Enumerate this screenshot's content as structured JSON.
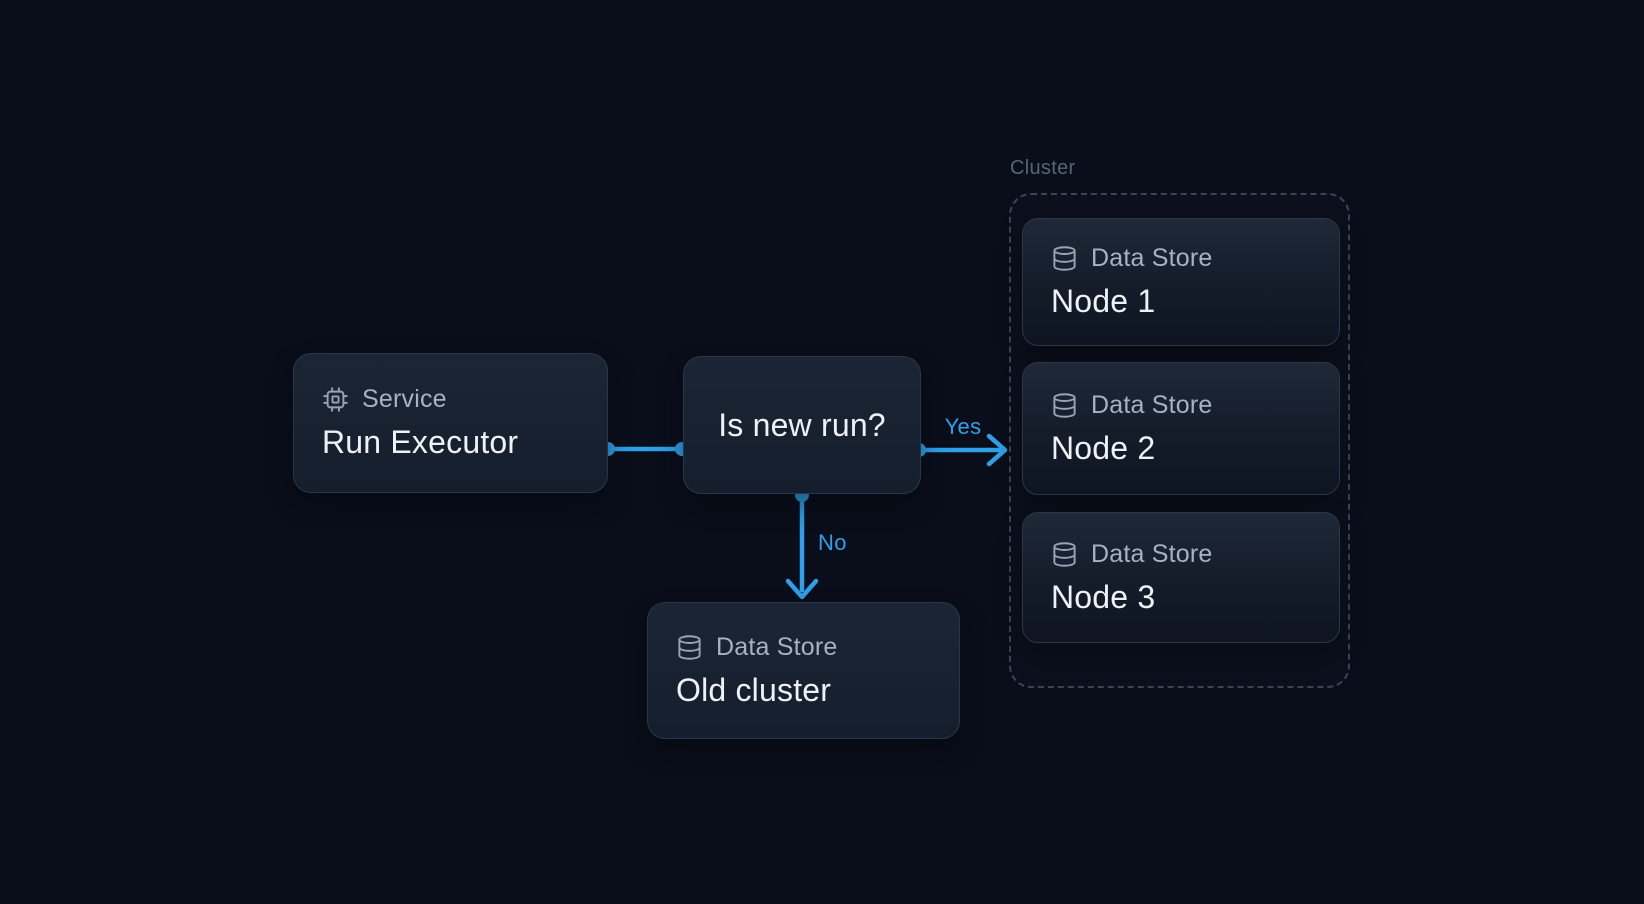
{
  "theme": {
    "background": "#0a0e1a",
    "accent": "#2f9fe8",
    "title_color": "#eef1f6",
    "label_color": "#a7b2c1",
    "cluster_label_color": "#56647a",
    "node_border": "#2a364a",
    "dash_color": "#3a4554"
  },
  "nodes": {
    "service": {
      "icon": "cpu-icon",
      "kind": "Service",
      "title": "Run Executor"
    },
    "decision": {
      "title": "Is new run?"
    },
    "old_cluster": {
      "icon": "database-icon",
      "kind": "Data Store",
      "title": "Old cluster"
    }
  },
  "cluster": {
    "label": "Cluster",
    "nodes": [
      {
        "icon": "database-icon",
        "kind": "Data Store",
        "title": "Node 1"
      },
      {
        "icon": "database-icon",
        "kind": "Data Store",
        "title": "Node 2"
      },
      {
        "icon": "database-icon",
        "kind": "Data Store",
        "title": "Node 3"
      }
    ]
  },
  "edges": {
    "yes_label": "Yes",
    "no_label": "No"
  }
}
